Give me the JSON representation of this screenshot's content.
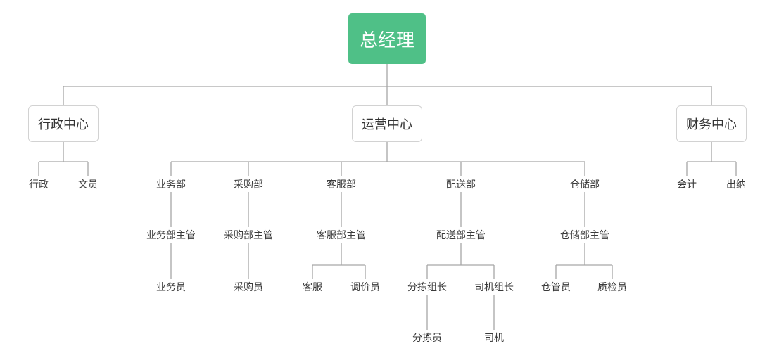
{
  "colors": {
    "root_fill": "#4fc087",
    "line": "#a6a6a6",
    "box_border": "#d2d2d2",
    "text": "#333333"
  },
  "root": {
    "label": "总经理"
  },
  "centers": [
    {
      "label": "行政中心",
      "children": [
        "行政",
        "文员"
      ]
    },
    {
      "label": "运营中心",
      "departments": [
        {
          "label": "业务部",
          "manager": "业务部主管",
          "staff": [
            "业务员"
          ]
        },
        {
          "label": "采购部",
          "manager": "采购部主管",
          "staff": [
            "采购员"
          ]
        },
        {
          "label": "客服部",
          "manager": "客服部主管",
          "staff": [
            "客服",
            "调价员"
          ]
        },
        {
          "label": "配送部",
          "manager": "配送部主管",
          "teams": [
            {
              "label": "分拣组长",
              "member": "分拣员"
            },
            {
              "label": "司机组长",
              "member": "司机"
            }
          ]
        },
        {
          "label": "仓储部",
          "manager": "仓储部主管",
          "staff": [
            "仓管员",
            "质检员"
          ]
        }
      ]
    },
    {
      "label": "财务中心",
      "children": [
        "会计",
        "出纳"
      ]
    }
  ]
}
